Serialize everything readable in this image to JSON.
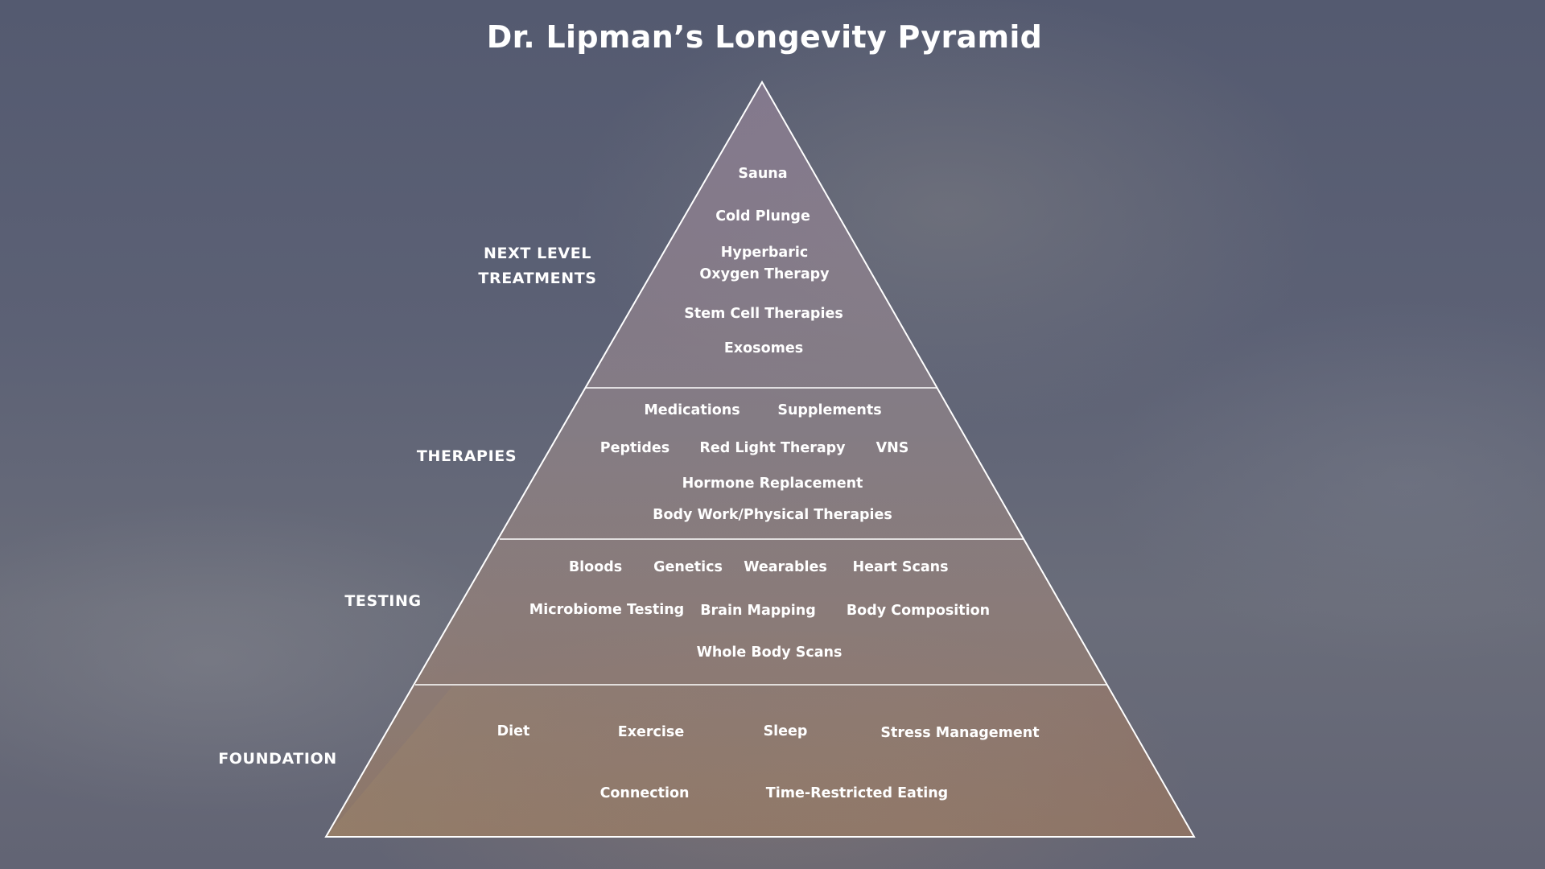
{
  "title": "Dr. Lipman’s Longevity Pyramid",
  "tiers": {
    "next_level": {
      "label_line1": "NEXT LEVEL",
      "label_line2": "TREATMENTS",
      "items": {
        "sauna": "Sauna",
        "cold_plunge": "Cold Plunge",
        "hyperbaric_line1": "Hyperbaric",
        "hyperbaric_line2": "Oxygen Therapy",
        "stem_cell": "Stem Cell Therapies",
        "exosomes": "Exosomes"
      }
    },
    "therapies": {
      "label": "THERAPIES",
      "items": {
        "medications": "Medications",
        "supplements": "Supplements",
        "peptides": "Peptides",
        "red_light": "Red Light Therapy",
        "vns": "VNS",
        "hormone": "Hormone Replacement",
        "body_work": "Body Work/Physical Therapies"
      }
    },
    "testing": {
      "label": "TESTING",
      "items": {
        "bloods": "Bloods",
        "genetics": "Genetics",
        "wearables": "Wearables",
        "heart_scans": "Heart Scans",
        "microbiome": "Microbiome Testing",
        "brain_mapping": "Brain Mapping",
        "body_composition": "Body Composition",
        "whole_body": "Whole Body Scans"
      }
    },
    "foundation": {
      "label": "FOUNDATION",
      "items": {
        "diet": "Diet",
        "exercise": "Exercise",
        "sleep": "Sleep",
        "stress": "Stress Management",
        "connection": "Connection",
        "time_restricted": "Time-Restricted Eating"
      }
    }
  },
  "colors": {
    "line": "#ffffff",
    "text": "#ffffff",
    "top_fill": "#8a7f8f",
    "bottom_fill": "#957866"
  }
}
